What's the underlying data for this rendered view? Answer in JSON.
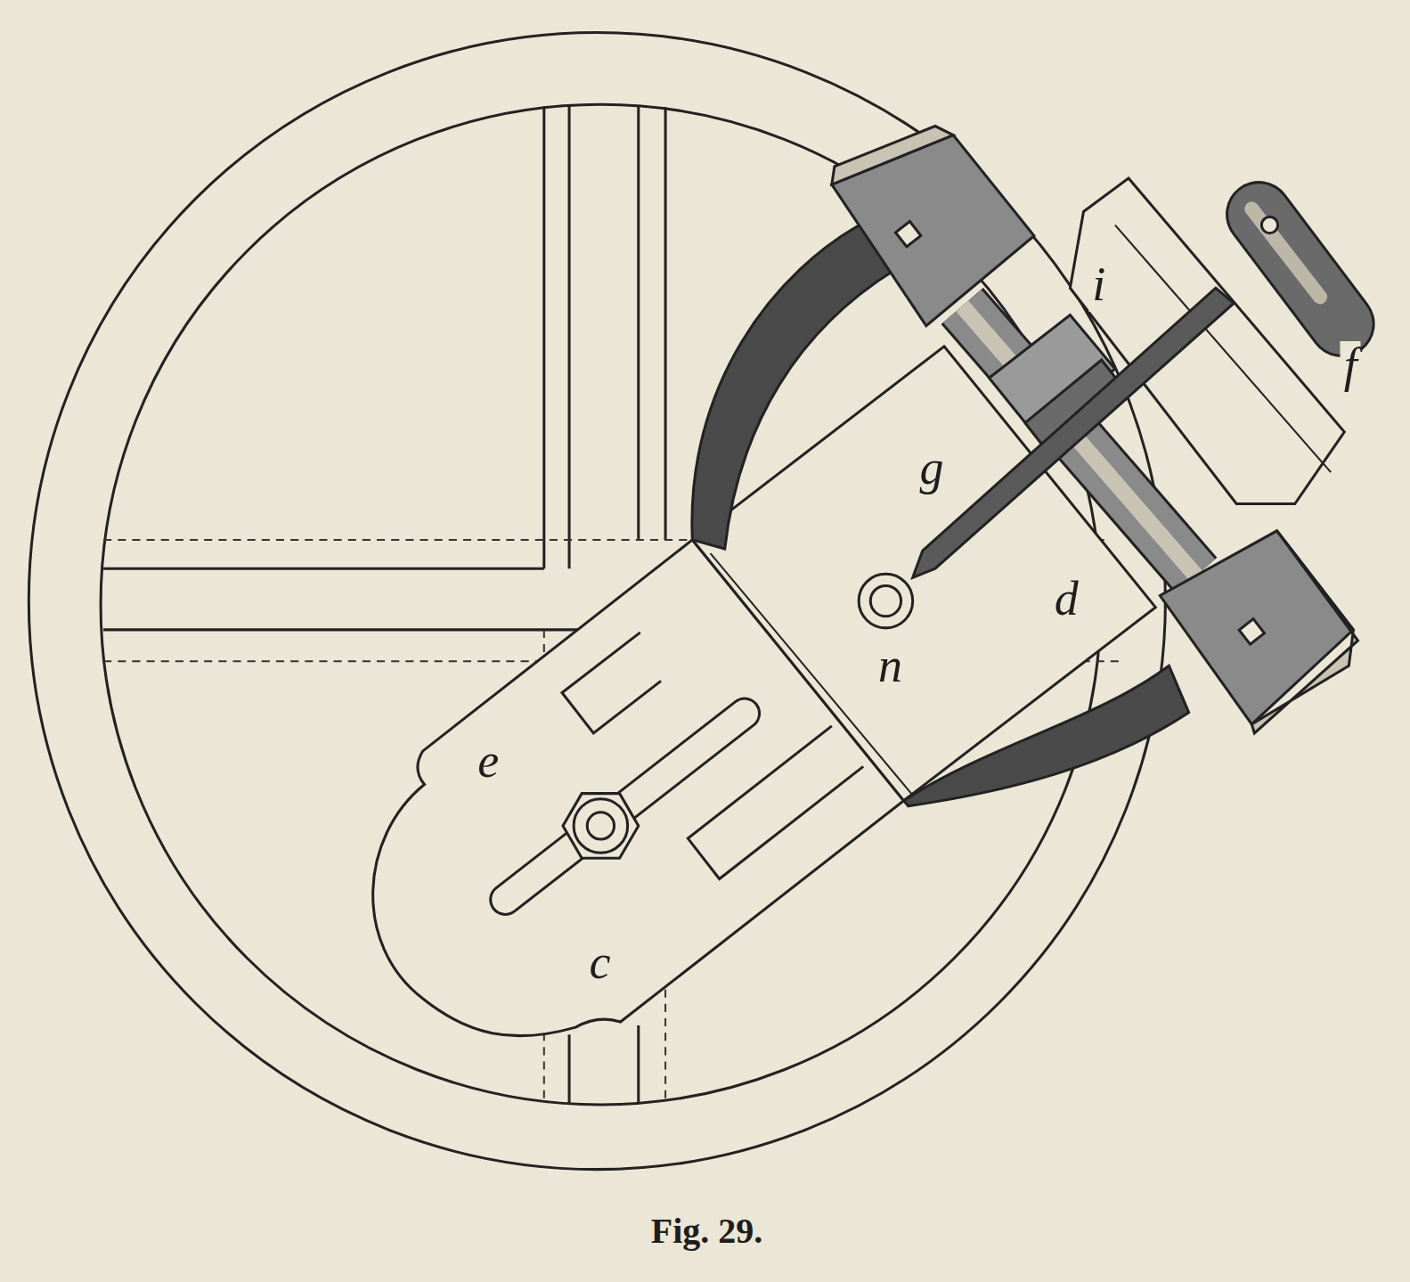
{
  "diagram": {
    "caption": "Fig. 29.",
    "labels": [
      "i",
      "f",
      "g",
      "n",
      "d",
      "e",
      "c"
    ]
  }
}
